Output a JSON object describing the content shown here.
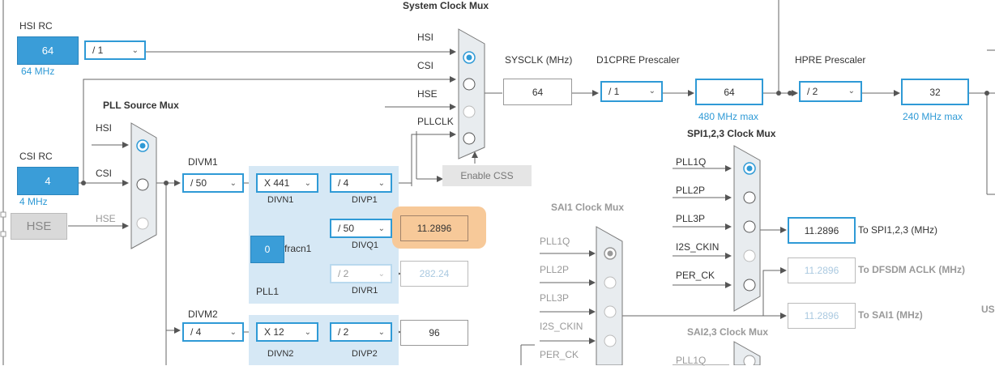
{
  "sysclk_mux": {
    "title": "System Clock Mux",
    "inputs": [
      "HSI",
      "CSI",
      "HSE",
      "PLLCLK"
    ],
    "enable_css": "Enable CSS"
  },
  "hsi_rc": {
    "label": "HSI RC",
    "value": "64",
    "freq": "64 MHz",
    "divider": "/ 1"
  },
  "csi_rc": {
    "label": "CSI RC",
    "value": "4",
    "freq": "4 MHz"
  },
  "hse": {
    "label": "HSE",
    "wire_label": "HSE"
  },
  "pll_source_mux": {
    "title": "PLL Source Mux",
    "inputs": [
      "HSI",
      "CSI",
      "HSE"
    ]
  },
  "pll1": {
    "name": "PLL1",
    "divm_label": "DIVM1",
    "divm": "/ 50",
    "divn_label": "DIVN1",
    "divn": "X 441",
    "divp_label": "DIVP1",
    "divp": "/ 4",
    "divq_label": "DIVQ1",
    "divq": "/ 50",
    "divr_label": "DIVR1",
    "divr": "/ 2",
    "frac_label": "fracn1",
    "frac": "0",
    "q_out": "11.2896",
    "r_out": "282.24"
  },
  "pll2": {
    "divm_label": "DIVM2",
    "divm": "/ 4",
    "divn_label": "DIVN2",
    "divn": "X 12",
    "divp_label": "DIVP2",
    "divp": "/ 2",
    "p_out": "96"
  },
  "sysclk": {
    "label": "SYSCLK (MHz)",
    "value": "64"
  },
  "d1cpre": {
    "label": "D1CPRE Prescaler",
    "divider": "/ 1",
    "value": "64",
    "max": "480 MHz max"
  },
  "hpre": {
    "label": "HPRE Prescaler",
    "divider": "/ 2",
    "value": "32",
    "max": "240 MHz max"
  },
  "spi_mux": {
    "title": "SPI1,2,3 Clock Mux",
    "inputs": [
      "PLL1Q",
      "PLL2P",
      "PLL3P",
      "I2S_CKIN",
      "PER_CK"
    ],
    "out_value": "11.2896",
    "out_label": "To SPI1,2,3 (MHz)"
  },
  "dfsdm": {
    "value": "11.2896",
    "label": "To DFSDM ACLK (MHz)"
  },
  "sai1": {
    "value": "11.2896",
    "label": "To SAI1 (MHz)"
  },
  "sai1_mux": {
    "title": "SAI1 Clock Mux",
    "inputs": [
      "PLL1Q",
      "PLL2P",
      "PLL3P",
      "I2S_CKIN",
      "PER_CK"
    ]
  },
  "sai23_mux": {
    "title": "SAI2,3 Clock Mux",
    "inputs": [
      "PLL1Q"
    ]
  },
  "edge_text": "US",
  "colors": {
    "accent": "#2f9ad6",
    "source_fill": "#3a9dd8",
    "pll_panel": "#d6e8f5",
    "highlight": "#f7c999"
  }
}
